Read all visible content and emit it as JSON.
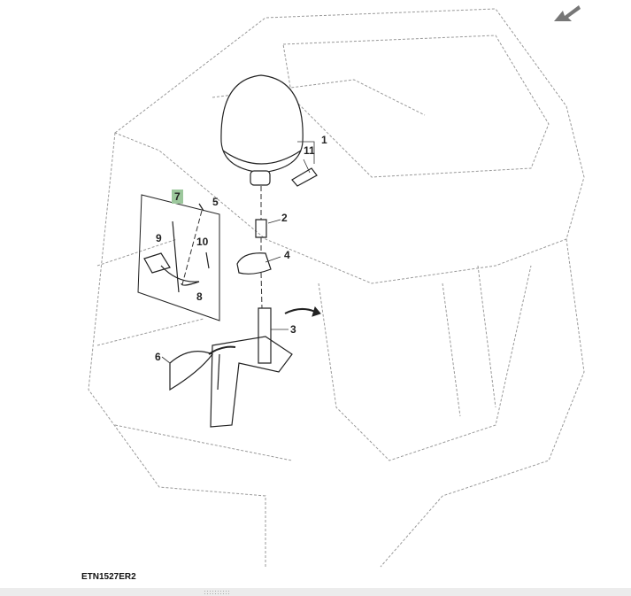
{
  "figure_id": "ETN1527ER2",
  "callouts": {
    "c1": "1",
    "c2": "2",
    "c3": "3",
    "c4": "4",
    "c5": "5",
    "c6": "6",
    "c7": "7",
    "c8": "8",
    "c9": "9",
    "c10": "10",
    "c11": "11"
  },
  "highlighted_callout": "7",
  "highlight_color": "#9cc79c",
  "icons": {
    "nav": "arrow-back-icon",
    "grip": "resize-grip-icon"
  }
}
